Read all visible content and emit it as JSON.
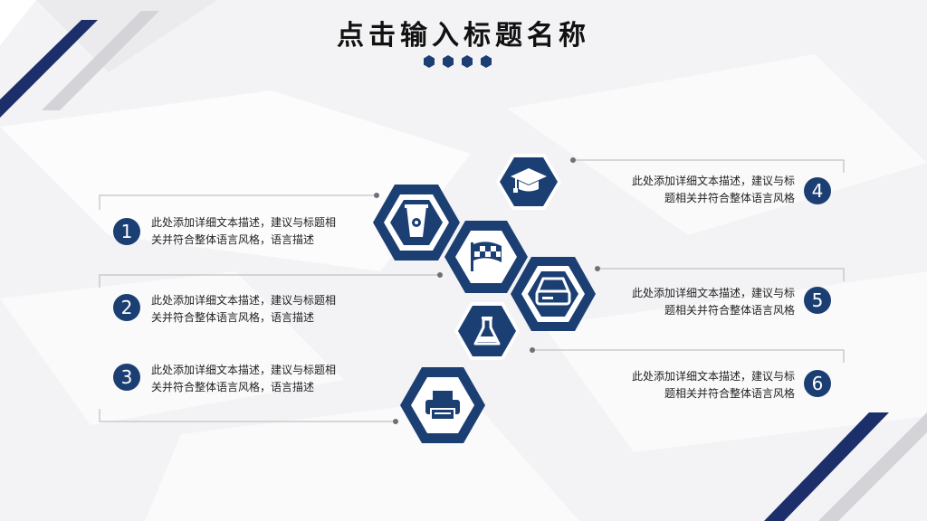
{
  "title": "点击输入标题名称",
  "colors": {
    "accent": "#1c3f73",
    "line": "#b0b0b4",
    "dot": "#777777"
  },
  "items": [
    {
      "number": "1",
      "line1": "此处添加详细文本描述，建议与标题相",
      "line2": "关并符合整体语言风格，语言描述"
    },
    {
      "number": "2",
      "line1": "此处添加详细文本描述，建议与标题相",
      "line2": "关并符合整体语言风格，语言描述"
    },
    {
      "number": "3",
      "line1": "此处添加详细文本描述，建议与标题相",
      "line2": "关并符合整体语言风格，语言描述"
    },
    {
      "number": "4",
      "line1": "此处添加详细文本描述，建议与标",
      "line2": "题相关并符合整体语言风格"
    },
    {
      "number": "5",
      "line1": "此处添加详细文本描述，建议与标",
      "line2": "题相关并符合整体语言风格"
    },
    {
      "number": "6",
      "line1": "此处添加详细文本描述，建议与标",
      "line2": "题相关并符合整体语言风格"
    }
  ],
  "icons": [
    "cup-icon",
    "flag-icon",
    "graduation-cap-icon",
    "drive-icon",
    "flask-icon",
    "printer-icon"
  ]
}
